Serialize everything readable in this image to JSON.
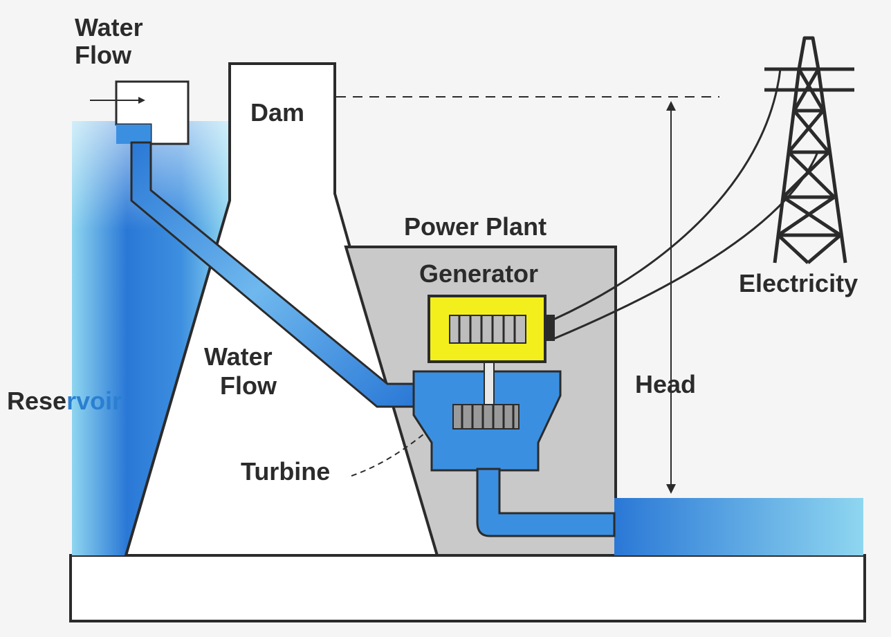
{
  "labels": {
    "water_flow_top": [
      "Water",
      "Flow"
    ],
    "dam": "Dam",
    "power_plant": "Power Plant",
    "generator": "Generator",
    "electricity": "Electricity",
    "water_flow_mid": [
      "Water",
      "Flow"
    ],
    "reservoir_dark": "Rese",
    "reservoir_blue": "rvoir",
    "head": "Head",
    "turbine": "Turbine"
  },
  "colors": {
    "background": "#f5f5f5",
    "water_dark": "#2a78d6",
    "water_light": "#8fd6f0",
    "power_plant_fill": "#c9c9c9",
    "generator_fill": "#f3ef1c",
    "outline": "#2b2b2b",
    "pipe_fill": "#3b8fe0"
  },
  "icons": {
    "tower": "transmission-tower-icon",
    "flow_arrow": "arrow-right-icon"
  }
}
